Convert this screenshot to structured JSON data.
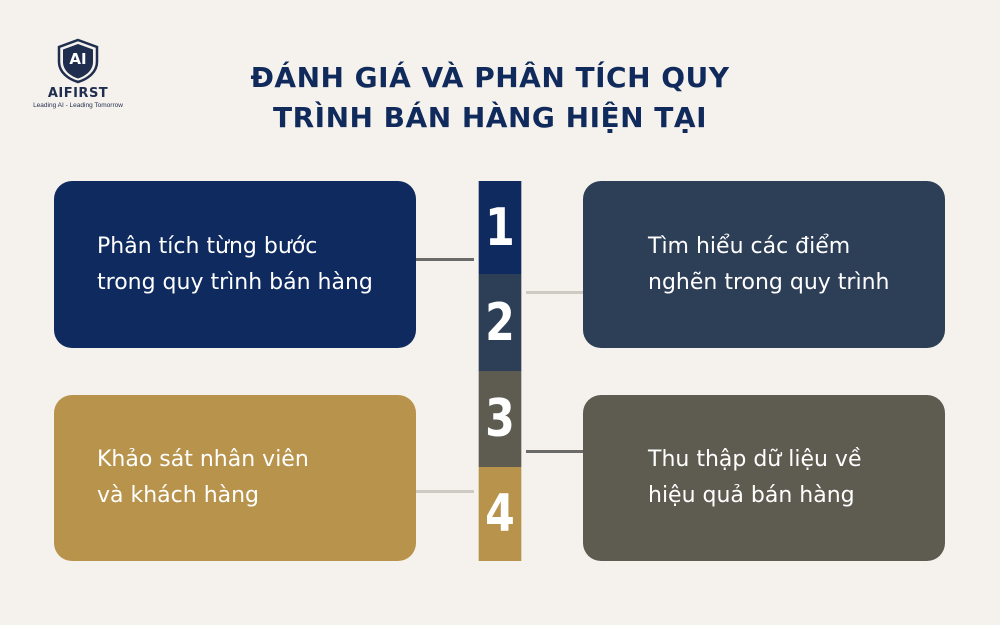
{
  "brand": {
    "name": "AIFIRST",
    "monogram": "AI",
    "tagline": "Leading AI - Leading Tomorrow",
    "color": "#1f2d4e"
  },
  "title": {
    "line1": "ĐÁNH GIÁ VÀ PHÂN TÍCH QUY",
    "line2": "TRÌNH BÁN HÀNG HIỆN TẠI",
    "color": "#102a5c"
  },
  "steps": [
    {
      "number": "1",
      "line1": "Phân tích từng bước",
      "line2": "trong quy trình bán hàng",
      "color": "#0e2a5e"
    },
    {
      "number": "2",
      "line1": "Tìm hiểu các điểm",
      "line2": "nghẽn trong quy trình",
      "color": "#2d3e57"
    },
    {
      "number": "3",
      "line1": "Khảo sát nhân viên",
      "line2": "và khách hàng",
      "color": "#5e5c51"
    },
    {
      "number": "4",
      "line1": "Thu thập dữ liệu về",
      "line2": "hiệu quả bán hàng",
      "color": "#b8934c"
    }
  ],
  "background": "#f5f1ec"
}
